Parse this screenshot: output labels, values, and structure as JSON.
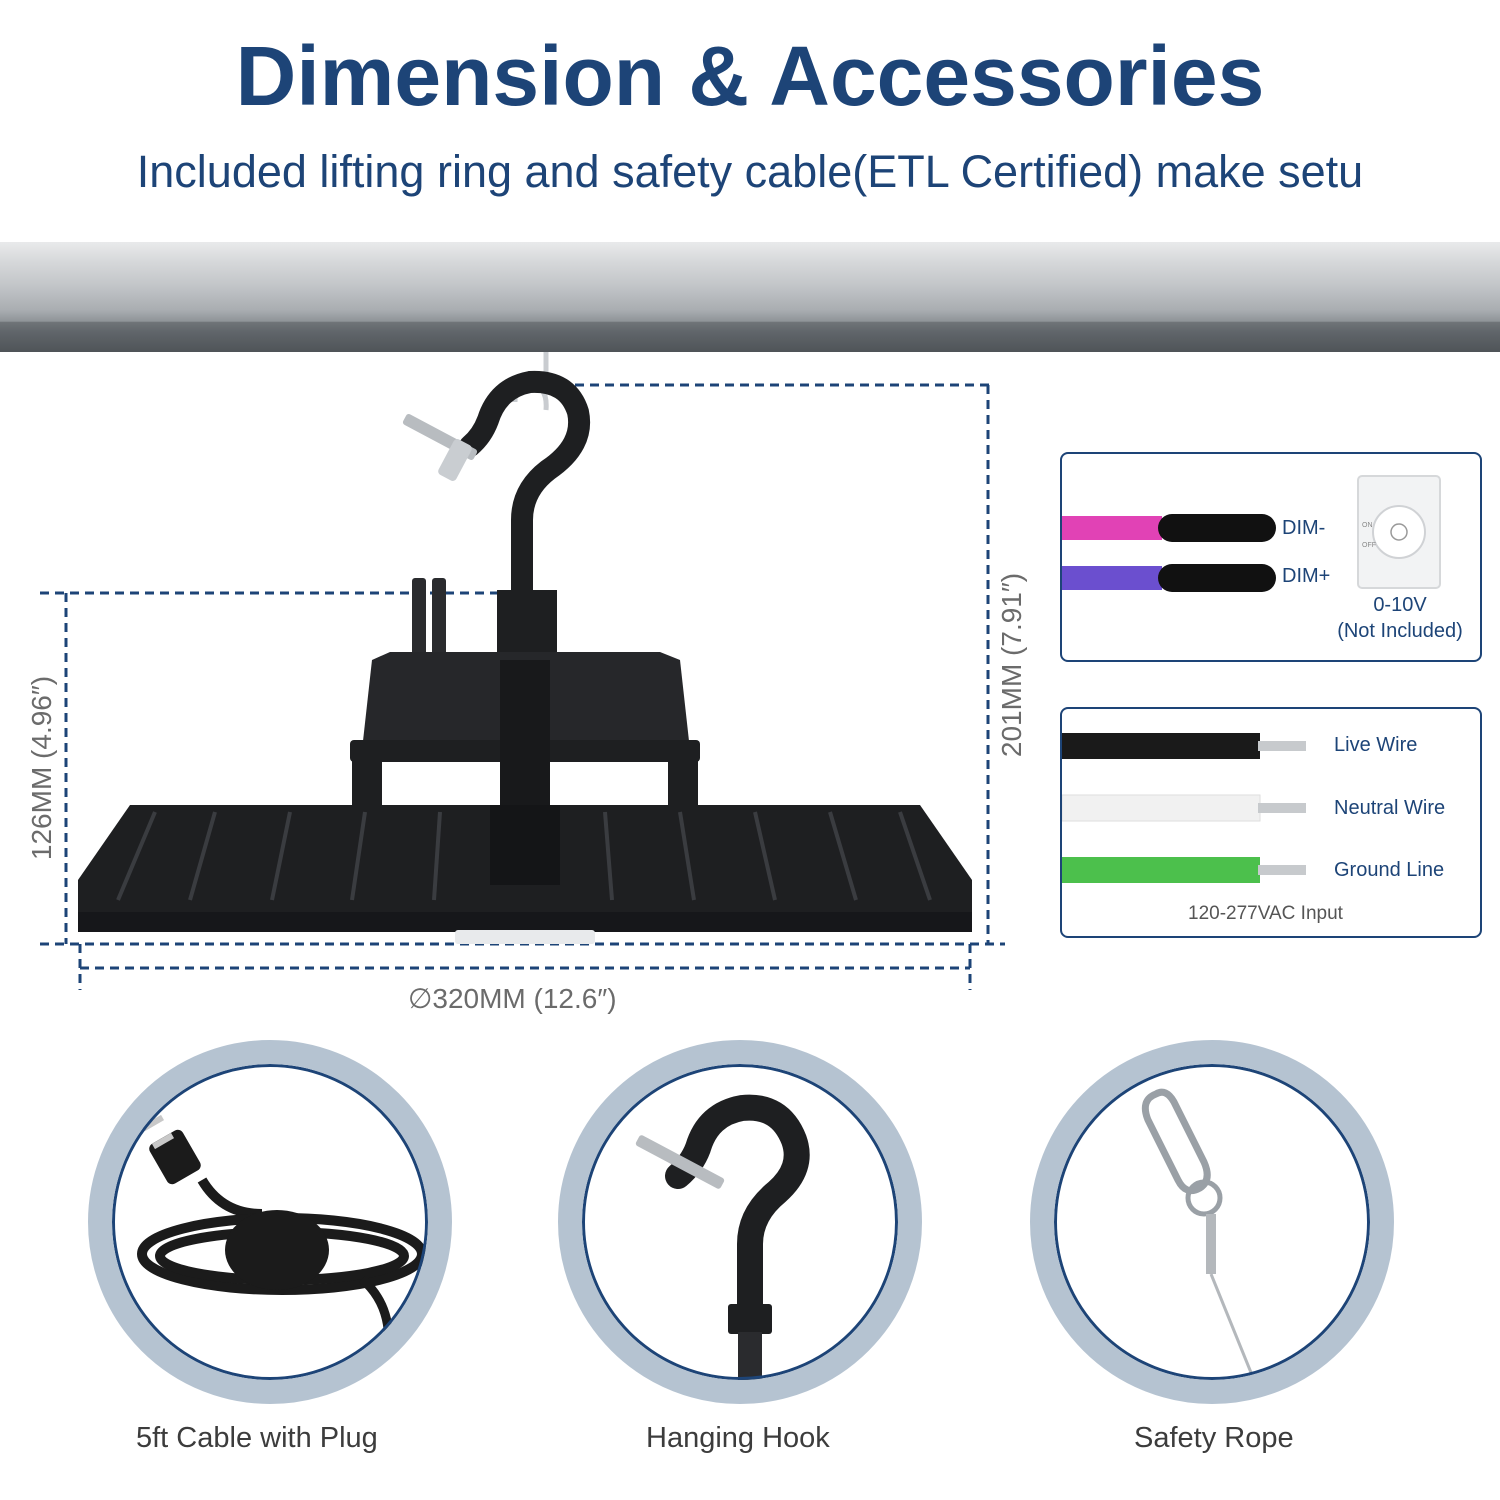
{
  "header": {
    "title": "Dimension & Accessories",
    "subtitle": "Included lifting ring and safety cable(ETL Certified) make setu"
  },
  "dimensions": {
    "height_label": "126MM (4.96″)",
    "total_height_label": "201MM (7.91″)",
    "diameter_label": "∅320MM (12.6″)"
  },
  "dimming_panel": {
    "wires": [
      {
        "label": "DIM-",
        "color": "#e142b5"
      },
      {
        "label": "DIM+",
        "color": "#6b4fcf"
      }
    ],
    "dimmer_label": "0-10V",
    "dimmer_note": "(Not Included)",
    "dial_marks": [
      "ON",
      "OFF"
    ]
  },
  "input_panel": {
    "wires": [
      {
        "label": "Live Wire",
        "color": "#1a1a1a"
      },
      {
        "label": "Neutral Wire",
        "color": "#f1f1f1"
      },
      {
        "label": "Ground Line",
        "color": "#4cc04c"
      }
    ],
    "note": "120-277VAC Input"
  },
  "accessories": [
    {
      "label": "5ft Cable with Plug",
      "icon": "power-cable-icon"
    },
    {
      "label": "Hanging Hook",
      "icon": "hanging-hook-icon"
    },
    {
      "label": "Safety Rope",
      "icon": "safety-rope-icon"
    }
  ],
  "colors": {
    "brand_blue": "#1d4477",
    "circle_ring": "#b5c3d1",
    "fixture_black": "#1e1f21"
  }
}
